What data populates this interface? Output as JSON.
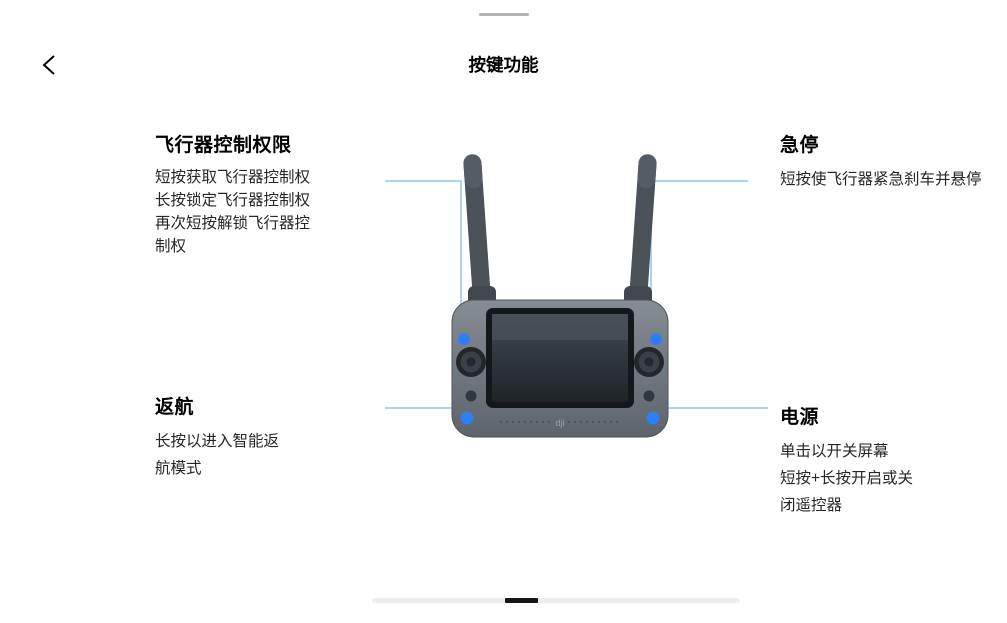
{
  "header": {
    "title": "按键功能",
    "back_icon": "chevron-left"
  },
  "annotations": {
    "control_authority": {
      "title": "飞行器控制权限",
      "lines": [
        "短按获取飞行器控制权",
        "长按锁定飞行器控制权",
        "再次短按解锁飞行器控",
        "制权"
      ]
    },
    "emergency_stop": {
      "title": "急停",
      "lines": [
        "短按使飞行器紧急刹车并悬停"
      ]
    },
    "return_home": {
      "title": "返航",
      "lines": [
        "长按以进入智能返",
        "航模式"
      ]
    },
    "power": {
      "title": "电源",
      "lines": [
        "单击以开关屏幕",
        "短按+长按开启或关",
        "闭遥控器"
      ]
    }
  },
  "illustration": {
    "subject": "remote-controller",
    "highlighted_buttons": [
      "control-authority",
      "emergency-stop",
      "return-home",
      "power"
    ]
  },
  "colors": {
    "accent_blue": "#2e7ef6",
    "callout_line": "#aad4f5",
    "indicator_track": "#ededed",
    "indicator_thumb": "#141414",
    "drag_handle": "#b3b3b3"
  }
}
